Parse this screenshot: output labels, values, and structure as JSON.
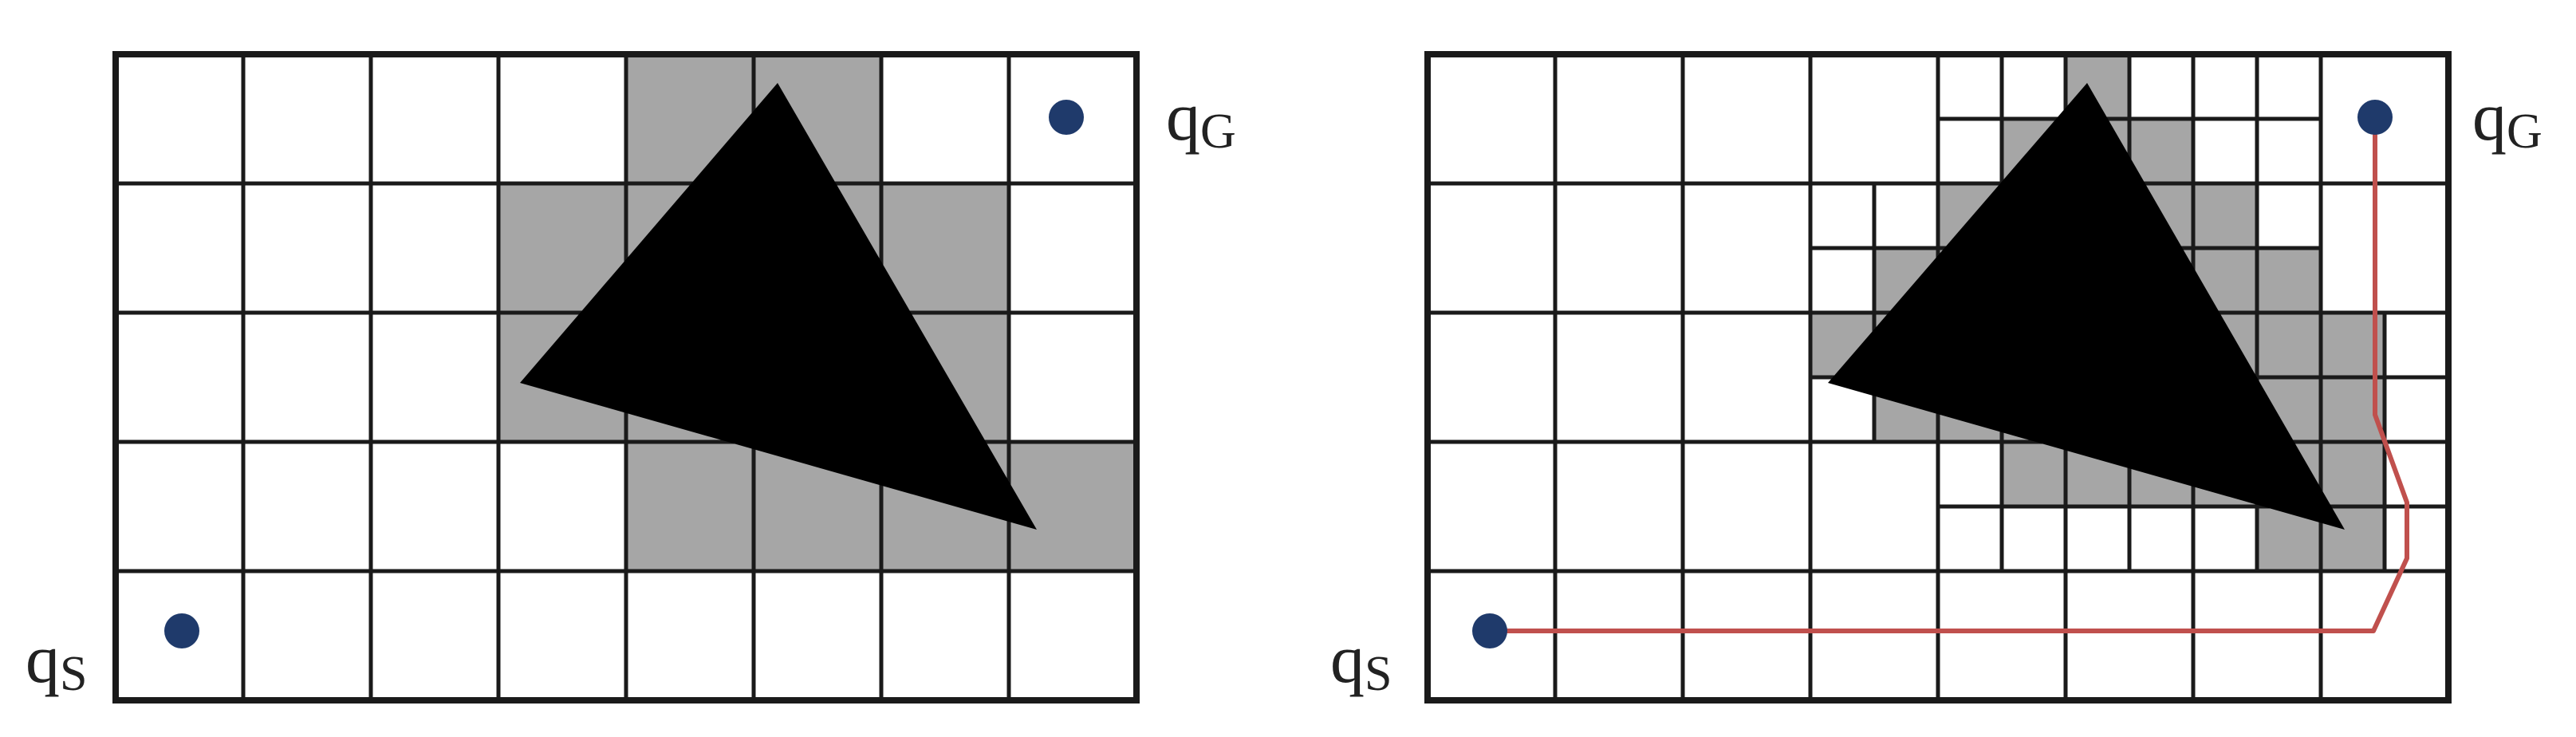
{
  "figure": {
    "panels": [
      {
        "id": "uniform-decomposition",
        "start_label": {
          "base": "q",
          "sub": "S"
        },
        "goal_label": {
          "base": "q",
          "sub": "G"
        },
        "grid": {
          "columns": 8,
          "rows": 5
        },
        "occupied_cells": [
          [
            0,
            4
          ],
          [
            0,
            5
          ],
          [
            1,
            3
          ],
          [
            1,
            4
          ],
          [
            1,
            5
          ],
          [
            1,
            6
          ],
          [
            2,
            3
          ],
          [
            2,
            4
          ],
          [
            2,
            5
          ],
          [
            2,
            6
          ],
          [
            3,
            4
          ],
          [
            3,
            5
          ],
          [
            3,
            6
          ],
          [
            3,
            7
          ]
        ],
        "has_path": false
      },
      {
        "id": "adaptive-decomposition",
        "start_label": {
          "base": "q",
          "sub": "S"
        },
        "goal_label": {
          "base": "q",
          "sub": "G"
        },
        "grid": {
          "columns": 8,
          "rows": 5
        },
        "has_path": true
      }
    ],
    "colors": {
      "cell_free": "#ffffff",
      "cell_occupied": "#a6a6a6",
      "grid_line": "#1a1a1a",
      "obstacle": "#000000",
      "config_point": "#1f3a6b",
      "path": "#c0504d"
    }
  }
}
